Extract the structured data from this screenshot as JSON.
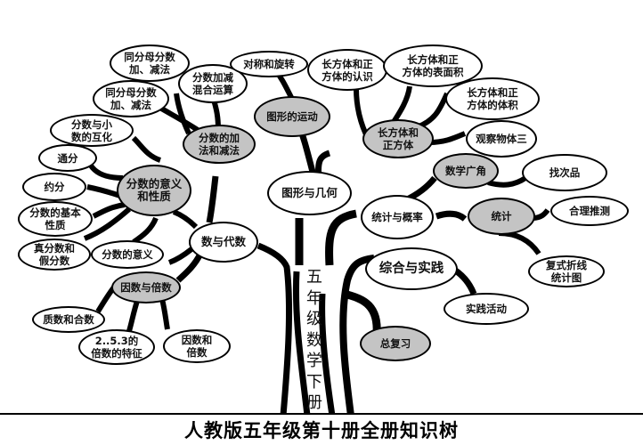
{
  "title": "人教版五年级第十册全册知识树",
  "trunk_label": "五\n年\n级\n数\n学\n下\n册",
  "colors": {
    "gray_node": "#c4c4c4",
    "line": "#000000",
    "background": "#ffffff"
  },
  "nodes": {
    "shu_yu_daishu": "数与代数",
    "fenshu_yiyi_xingzhi": "分数的意义\n和性质",
    "fenshu_hu_hua": "分数与小\n数的互化",
    "tongfen": "通分",
    "yuefen": "约分",
    "jiben_xingzhi": "分数的基本\n性质",
    "zhen_jia_fenshu": "真分数和\n假分数",
    "fenshu_yiyi": "分数的意义",
    "fenshu_jiajian": "分数的加\n法和减法",
    "tong_fenmu_1": "同分母分数\n加、减法",
    "tong_fenmu_2": "同分母分数\n加、减法",
    "hunhe_yunsuan": "分数加减\n混合运算",
    "yinshu_beishu": "因数与倍数",
    "zhishu_heshu": "质数和合数",
    "beishu_tezheng": "2..5.3的\n倍数的特征",
    "yinshu_he_beishu": "因数和\n倍数",
    "tuxing_jihe": "图形与几何",
    "tuxing_yundong": "图形的运动",
    "duichen_xuanzhuan": "对称和旋转",
    "changfangti": "长方体和\n正方体",
    "renshi": "长方体和正\n方体的认识",
    "biaomianji": "长方体和正\n方体的表面积",
    "tiji": "长方体和正\n方体的体积",
    "guancha_wuti": "观察物体三",
    "tongji_gailv": "统计与概率",
    "shuxue_guangjiao": "数学广角",
    "zhao_cipin": "找次品",
    "tongji": "统计",
    "heli_tuice": "合理推测",
    "zhexian_tongjitu": "复式折线\n统计图",
    "zonghe_shijian": "综合与实践",
    "shijian_huodong": "实践活动",
    "zong_fuxi": "总复习"
  }
}
